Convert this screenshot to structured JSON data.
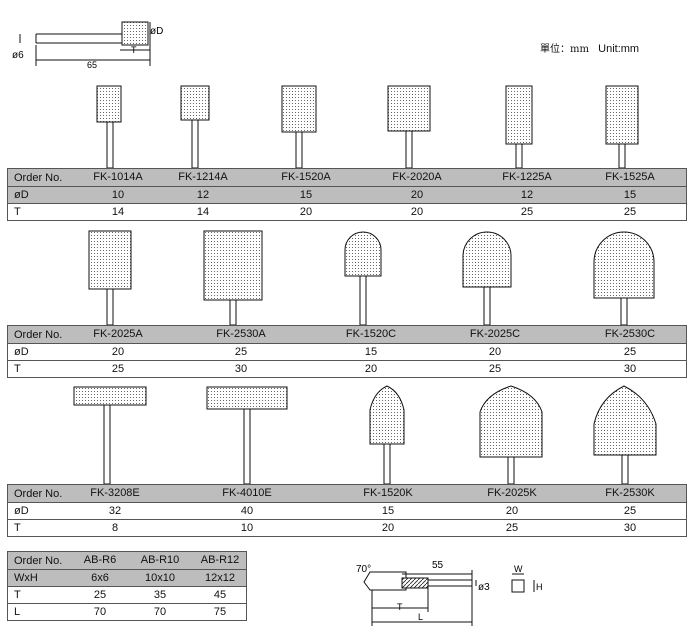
{
  "units": {
    "cjk": "單位：mm",
    "en": "Unit:mm"
  },
  "diagram": {
    "shank": "ø6",
    "head": "øD",
    "t": "T",
    "len": "65"
  },
  "row_labels": {
    "order": "Order No.",
    "d": "øD",
    "t": "T"
  },
  "groups": [
    {
      "items": [
        {
          "order": "FK-1014A",
          "d": "10",
          "t": "14"
        },
        {
          "order": "FK-1214A",
          "d": "12",
          "t": "14"
        },
        {
          "order": "FK-1520A",
          "d": "15",
          "t": "20"
        },
        {
          "order": "FK-2020A",
          "d": "20",
          "t": "20"
        },
        {
          "order": "FK-1225A",
          "d": "12",
          "t": "25"
        },
        {
          "order": "FK-1525A",
          "d": "15",
          "t": "25"
        }
      ]
    },
    {
      "items": [
        {
          "order": "FK-2025A",
          "d": "20",
          "t": "25"
        },
        {
          "order": "FK-2530A",
          "d": "25",
          "t": "30"
        },
        {
          "order": "FK-1520C",
          "d": "15",
          "t": "20"
        },
        {
          "order": "FK-2025C",
          "d": "20",
          "t": "25"
        },
        {
          "order": "FK-2530C",
          "d": "25",
          "t": "30"
        }
      ]
    },
    {
      "items": [
        {
          "order": "FK-3208E",
          "d": "32",
          "t": "8"
        },
        {
          "order": "FK-4010E",
          "d": "40",
          "t": "10"
        },
        {
          "order": "FK-1520K",
          "d": "15",
          "t": "20"
        },
        {
          "order": "FK-2025K",
          "d": "20",
          "t": "25"
        },
        {
          "order": "FK-2530K",
          "d": "25",
          "t": "30"
        }
      ]
    }
  ],
  "ab": {
    "labels": {
      "order": "Order No.",
      "wxh": "WxH",
      "t": "T",
      "l": "L"
    },
    "items": [
      {
        "order": "AB-R6",
        "wxh": "6x6",
        "t": "25",
        "l": "70"
      },
      {
        "order": "AB-R10",
        "wxh": "10x10",
        "t": "35",
        "l": "70"
      },
      {
        "order": "AB-R12",
        "wxh": "12x12",
        "t": "45",
        "l": "75"
      }
    ]
  },
  "ab_diagram": {
    "angle": "70°",
    "len": "55",
    "shank": "ø3",
    "t": "T",
    "l": "L",
    "w": "W",
    "h": "H"
  }
}
